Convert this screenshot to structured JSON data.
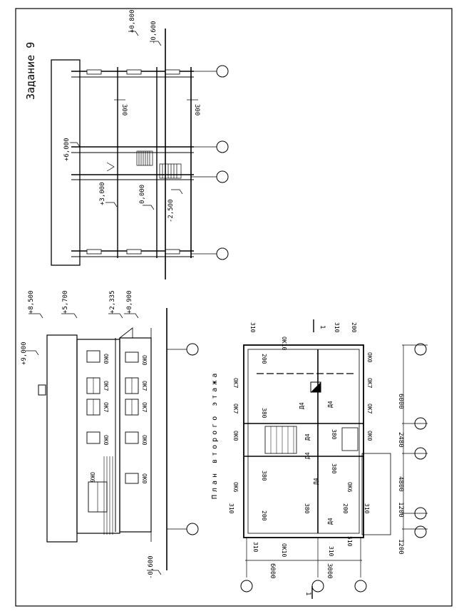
{
  "sheet": {
    "title": "Задание 9",
    "plan_caption": "План второго этажа"
  },
  "section": {
    "level_top": "+0,800",
    "level_low": "-0,600",
    "level_roof": "+6,000",
    "level_floor2": "+3,000",
    "level_zero": "0,000",
    "level_base": "-2,500",
    "dim_300": "300"
  },
  "facade": {
    "levels": [
      "+9,000",
      "+8,500",
      "+5,700",
      "+2,335",
      "+0,900",
      "-0,600"
    ],
    "windows": [
      "ОК0",
      "ОК7",
      "ОК7",
      "ОК0",
      "ОК6",
      "ОК7",
      "ОК7",
      "ОК0",
      "ОК0",
      "ОК0"
    ]
  },
  "plan": {
    "section_mark": "1",
    "dims_right": [
      "6000",
      "2480",
      "4800",
      "1200",
      "1200"
    ],
    "dims_bottom": [
      "6000",
      "3000"
    ],
    "walls": [
      "310",
      "310",
      "200",
      "200",
      "380",
      "380",
      "380",
      "380",
      "380",
      "200",
      "200",
      "310",
      "310",
      "310",
      "310",
      "510"
    ],
    "windows": [
      "ОК10",
      "ОК0",
      "ОК7",
      "ОК7",
      "ОК7",
      "ОК7",
      "ОК0",
      "ОК0",
      "ОК6",
      "ОК6",
      "ОК10"
    ],
    "doors": [
      "Д4",
      "Д4",
      "Д4",
      "Д4",
      "Д4",
      "Д4"
    ]
  }
}
